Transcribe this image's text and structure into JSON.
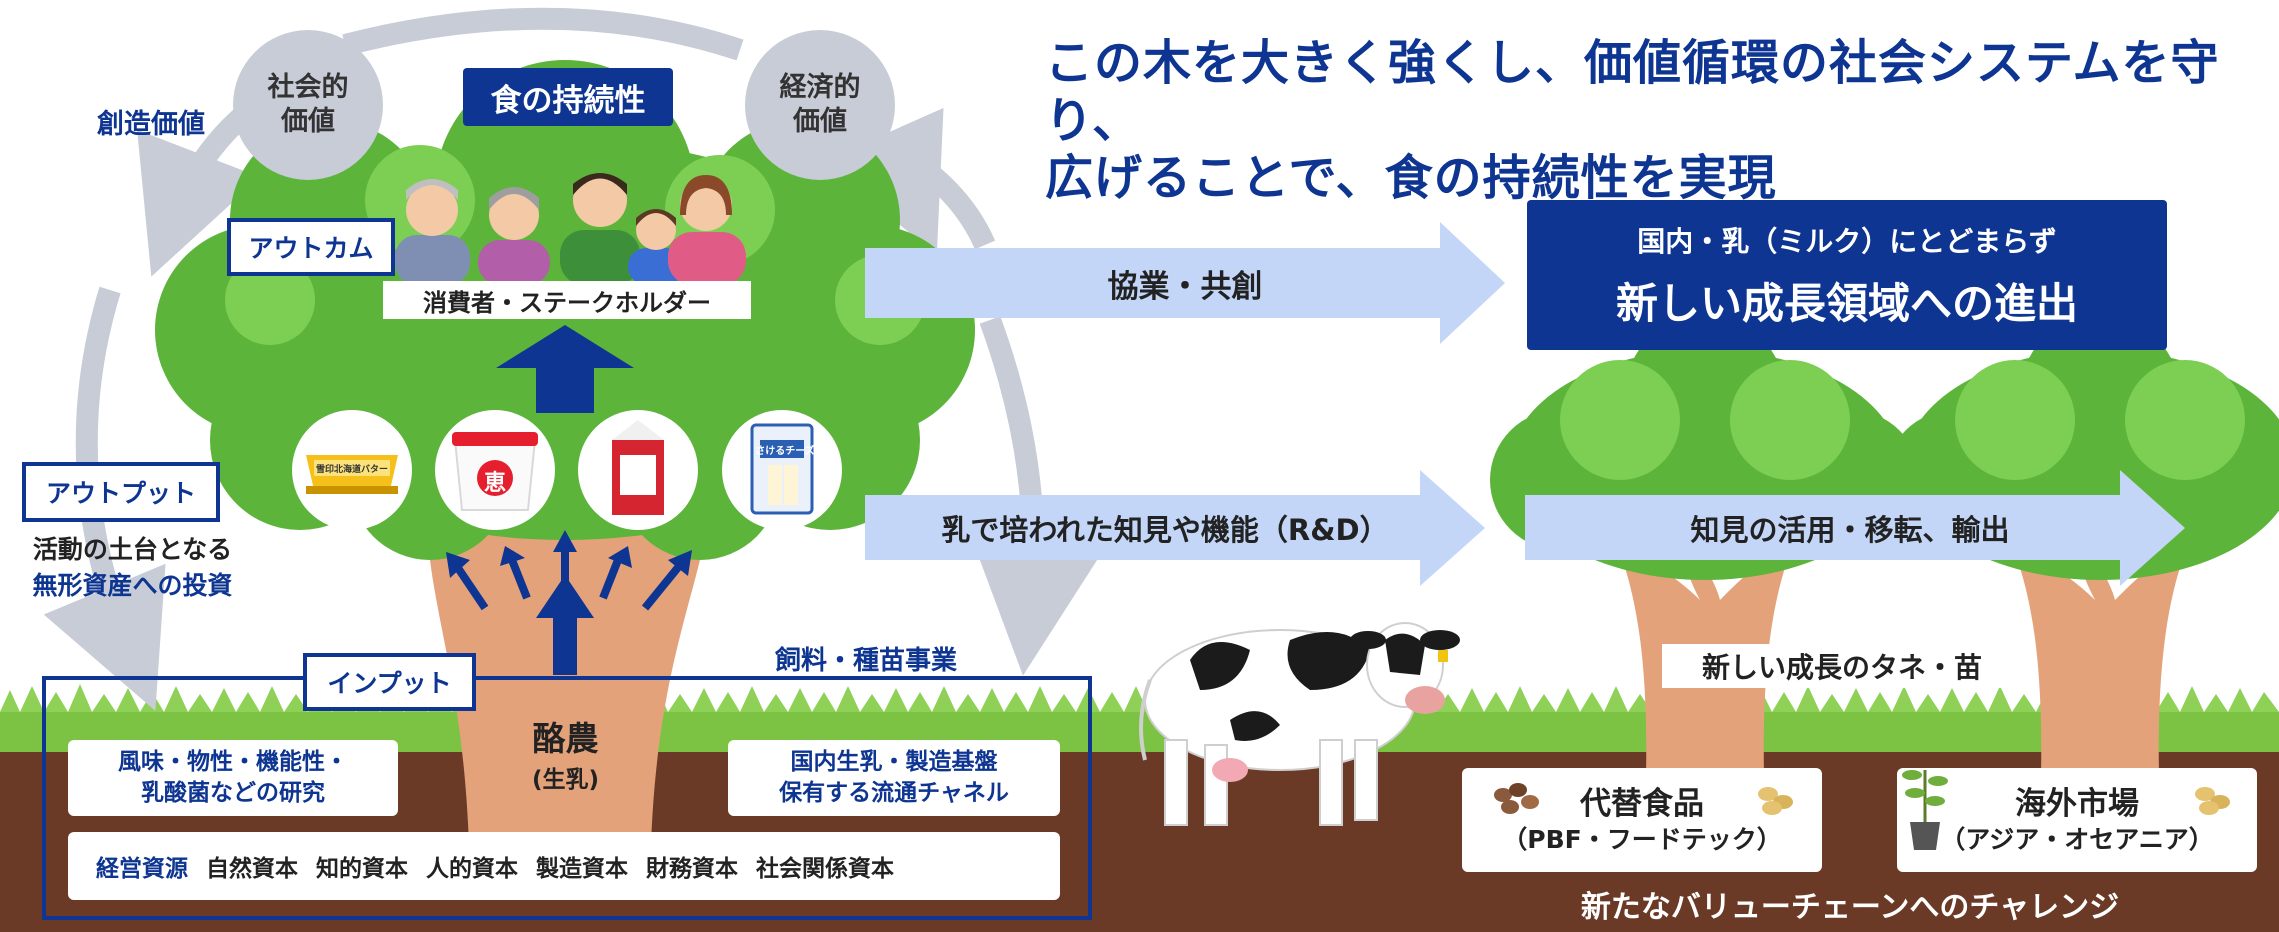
{
  "headline": {
    "line1": "この木を大きく強くし、価値循環の社会システムを守り、",
    "line2": "広げることで、食の持続性を実現"
  },
  "cycle": {
    "social_value": "社会的\n価値",
    "economic_value": "経済的\n価値",
    "food_sustainability": "食の持続性",
    "created_value": "創造価値"
  },
  "tree": {
    "outcome_label": "アウトカム",
    "stakeholders_label": "消費者・ステークホルダー",
    "output_label": "アウトプット",
    "output_desc_line1": "活動の土台となる",
    "output_desc_line2": "無形資産への投資",
    "input_label": "インプット",
    "feed_business": "飼料・種苗事業",
    "dairy_main": "酪農",
    "dairy_sub": "(生乳)",
    "research_line1": "風味・物性・機能性・",
    "research_line2": "乳酸菌などの研究",
    "domestic_line1": "国内生乳・製造基盤",
    "domestic_line2": "保有する流通チャネル",
    "capital_head": "経営資源",
    "capitals": [
      "自然資本",
      "知的資本",
      "人的資本",
      "製造資本",
      "財務資本",
      "社会関係資本"
    ]
  },
  "products": [
    {
      "icon": "butter-package-icon",
      "text": "雪印北海道バター"
    },
    {
      "icon": "yogurt-cup-icon",
      "text": "恵"
    },
    {
      "icon": "milk-carton-icon",
      "text": ""
    },
    {
      "icon": "cheese-stick-icon",
      "text": "さけるチーズ"
    }
  ],
  "arrows": {
    "collaboration": "協業・共創",
    "rnd": "乳で培われた知見や機能（R&D）",
    "knowledge_transfer": "知見の活用・移転、輸出"
  },
  "growth": {
    "subtitle": "国内・乳（ミルク）にとどまらず",
    "title": "新しい成長領域への進出",
    "seeds": "新しい成長のタネ・苗",
    "alt_food_main": "代替食品",
    "alt_food_sub": "（PBF・フードテック）",
    "overseas_main": "海外市場",
    "overseas_sub": "（アジア・オセアニア）",
    "value_chain": "新たなバリューチェーンへのチャレンジ"
  },
  "colors": {
    "navy": "#0d3591",
    "light_arrow": "#c3d6f7",
    "gray_cycle": "#c7ccd6",
    "leaf": "#5cb43a",
    "trunk": "#e3a27a",
    "soil": "#6b3a26",
    "grass": "#7cc243"
  }
}
